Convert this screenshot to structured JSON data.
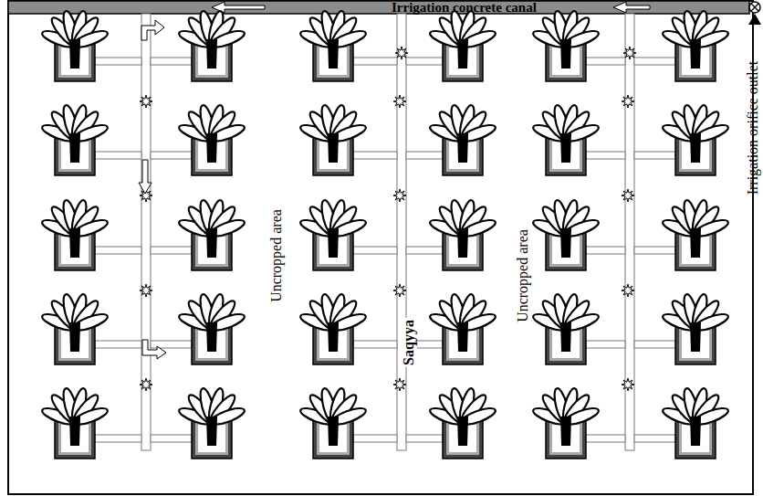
{
  "diagram": {
    "nodes": [
      {
        "text": [
          "Irrigation concrete canal"
        ]
      }
    ],
    "labels": [
      "Irrigation orifice outlet",
      "Uncropped area",
      "Saqyya",
      "Uncropped area"
    ]
  }
}
